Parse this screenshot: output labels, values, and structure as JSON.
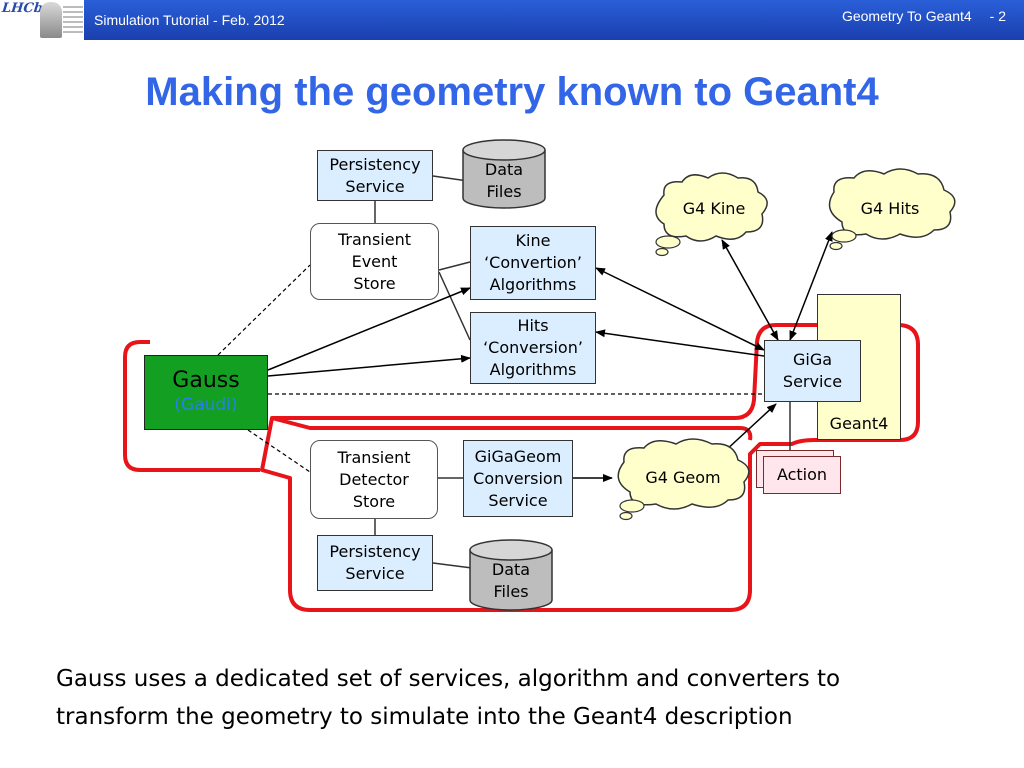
{
  "header": {
    "logo_text": "LHCb",
    "left": "Simulation Tutorial - Feb. 2012",
    "right": "Geometry To Geant4",
    "page": "- 2"
  },
  "title": "Making the geometry known to Geant4",
  "nodes": {
    "persistency_top": [
      "Persistency",
      "Service"
    ],
    "data_files_top": [
      "Data",
      "Files"
    ],
    "transient_event_store": [
      "Transient",
      "Event",
      "Store"
    ],
    "kine_conversion": [
      "Kine",
      "‘Convertion’",
      "Algorithms"
    ],
    "hits_conversion": [
      "Hits",
      "‘Conversion’",
      "Algorithms"
    ],
    "gauss": "Gauss",
    "gaudi": "(Gaudi)",
    "giga_service": [
      "GiGa",
      "Service"
    ],
    "geant4": "Geant4",
    "action": "Action",
    "transient_detector_store": [
      "Transient",
      "Detector",
      "Store"
    ],
    "gigageom_conversion": [
      "GiGaGeom",
      "Conversion",
      "Service"
    ],
    "persistency_bottom": [
      "Persistency",
      "Service"
    ],
    "data_files_bottom": [
      "Data",
      "Files"
    ],
    "g4_kine": "G4 Kine",
    "g4_hits": "G4 Hits",
    "g4_geom": "G4 Geom"
  },
  "colors": {
    "header_blue": "#1a3fae",
    "title_blue": "#3366e6",
    "box_fill": "#dbeeff",
    "gauss_green": "#13a022",
    "gaudi_text": "#2a7df0",
    "highlight_red": "#e8141a",
    "cloud_fill": "#ffffcc",
    "action_fill": "#ffe5ec",
    "db_gray": "#bdbdbd"
  },
  "caption": [
    "Gauss uses a dedicated set of services, algorithm and converters to",
    "transform the geometry to simulate into the Geant4 description"
  ]
}
